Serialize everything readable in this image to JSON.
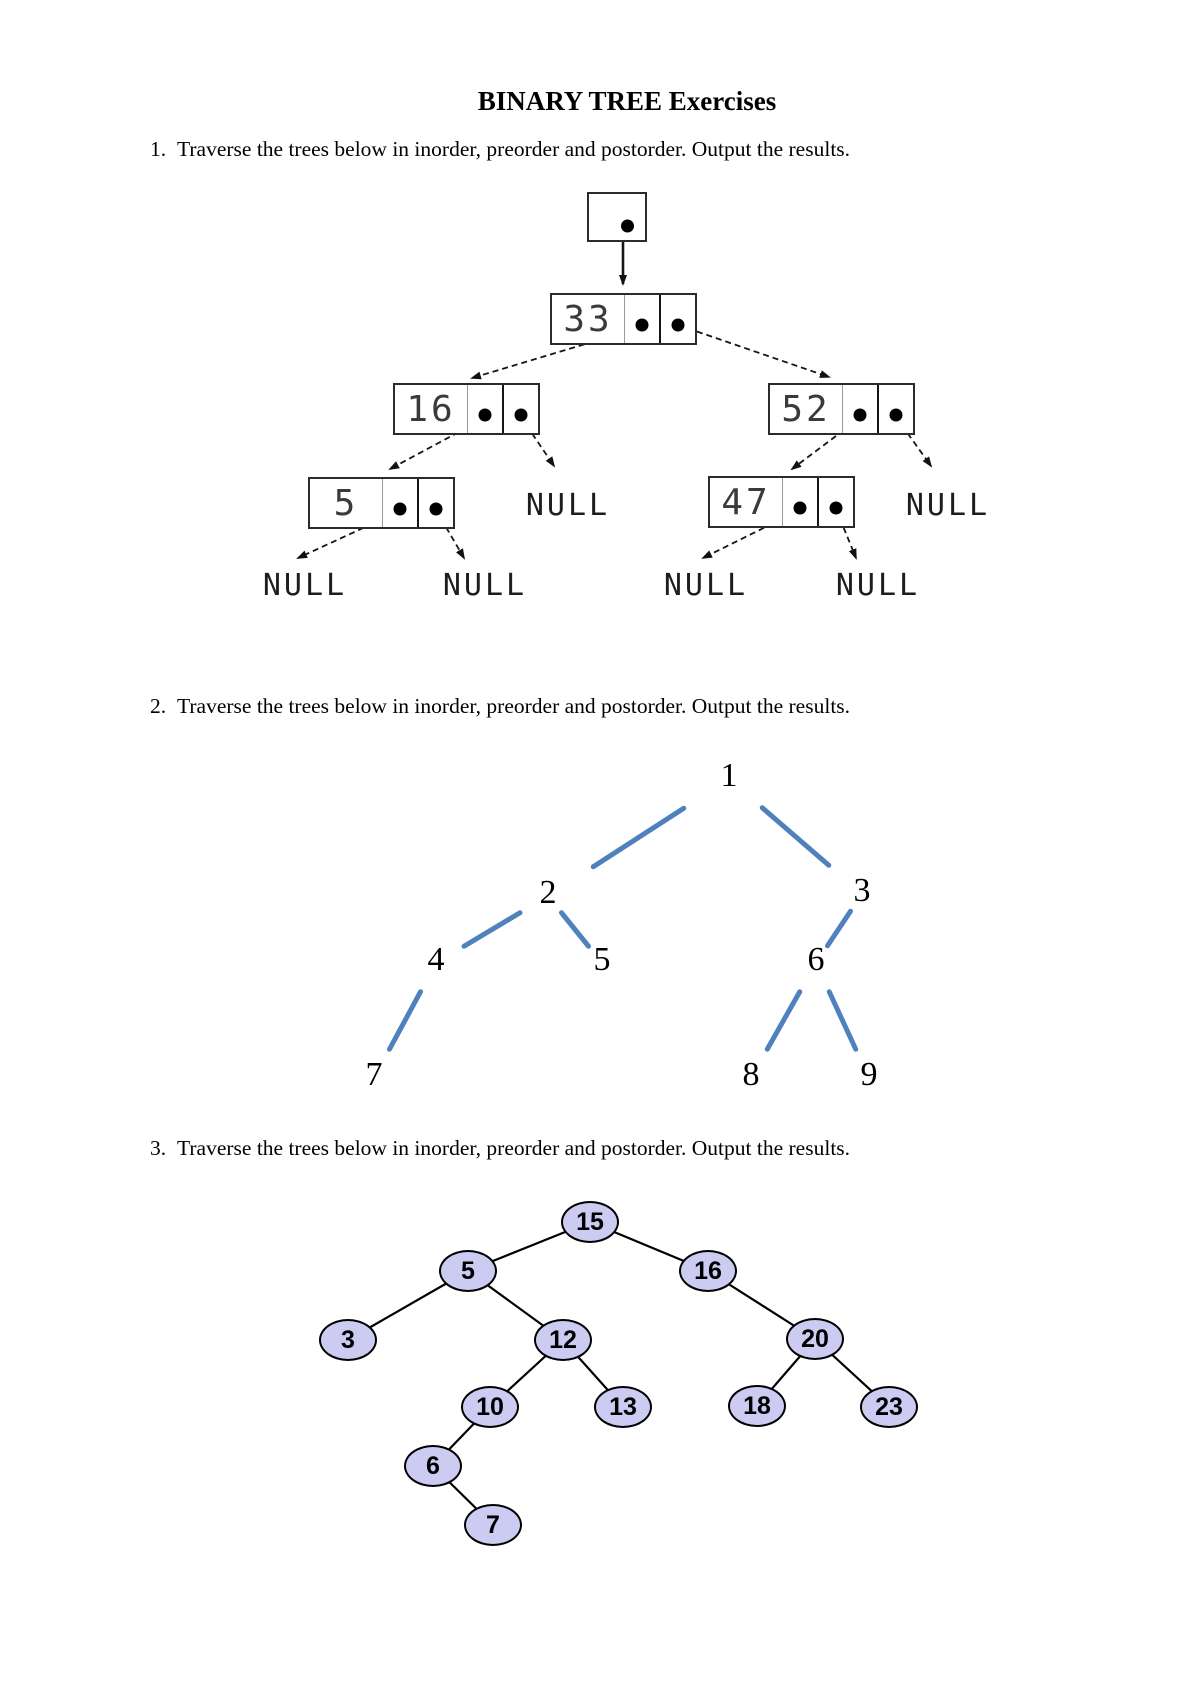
{
  "page": {
    "title": "BINARY TREE Exercises"
  },
  "exercises": [
    {
      "number": "1.",
      "text": "Traverse the trees below in inorder, preorder and postorder. Output the results."
    },
    {
      "number": "2.",
      "text": "Traverse the trees below in inorder, preorder and postorder. Output the results."
    },
    {
      "number": "3.",
      "text": "Traverse the trees below in inorder, preorder and postorder. Output the results."
    }
  ],
  "tree1": {
    "null_label": "NULL",
    "nodes": [
      {
        "id": "n33",
        "value": "33",
        "left": "n16",
        "right": "n52"
      },
      {
        "id": "n16",
        "value": "16",
        "left": "n5",
        "right": "NULL"
      },
      {
        "id": "n52",
        "value": "52",
        "left": "n47",
        "right": "NULL"
      },
      {
        "id": "n5",
        "value": "5",
        "left": "NULL",
        "right": "NULL"
      },
      {
        "id": "n47",
        "value": "47",
        "left": "NULL",
        "right": "NULL"
      }
    ]
  },
  "tree2": {
    "edge_color": "#4f81bd",
    "nodes": [
      {
        "id": "1",
        "label": "1"
      },
      {
        "id": "2",
        "label": "2"
      },
      {
        "id": "3",
        "label": "3"
      },
      {
        "id": "4",
        "label": "4"
      },
      {
        "id": "5",
        "label": "5"
      },
      {
        "id": "6",
        "label": "6"
      },
      {
        "id": "7",
        "label": "7"
      },
      {
        "id": "8",
        "label": "8"
      },
      {
        "id": "9",
        "label": "9"
      }
    ],
    "edges": [
      [
        "1",
        "2"
      ],
      [
        "1",
        "3"
      ],
      [
        "2",
        "4"
      ],
      [
        "2",
        "5"
      ],
      [
        "3",
        "6"
      ],
      [
        "4",
        "7"
      ],
      [
        "6",
        "8"
      ],
      [
        "6",
        "9"
      ]
    ]
  },
  "tree3": {
    "node_fill": "#ccccf2",
    "node_border": "#000000",
    "nodes": [
      {
        "id": "15",
        "label": "15"
      },
      {
        "id": "5",
        "label": "5"
      },
      {
        "id": "16",
        "label": "16"
      },
      {
        "id": "3",
        "label": "3"
      },
      {
        "id": "12",
        "label": "12"
      },
      {
        "id": "20",
        "label": "20"
      },
      {
        "id": "10",
        "label": "10"
      },
      {
        "id": "13",
        "label": "13"
      },
      {
        "id": "18",
        "label": "18"
      },
      {
        "id": "23",
        "label": "23"
      },
      {
        "id": "6",
        "label": "6"
      },
      {
        "id": "7",
        "label": "7"
      }
    ],
    "edges": [
      [
        "15",
        "5"
      ],
      [
        "15",
        "16"
      ],
      [
        "5",
        "3"
      ],
      [
        "5",
        "12"
      ],
      [
        "12",
        "10"
      ],
      [
        "12",
        "13"
      ],
      [
        "10",
        "6"
      ],
      [
        "6",
        "7"
      ],
      [
        "16",
        "20"
      ],
      [
        "20",
        "18"
      ],
      [
        "20",
        "23"
      ]
    ]
  }
}
